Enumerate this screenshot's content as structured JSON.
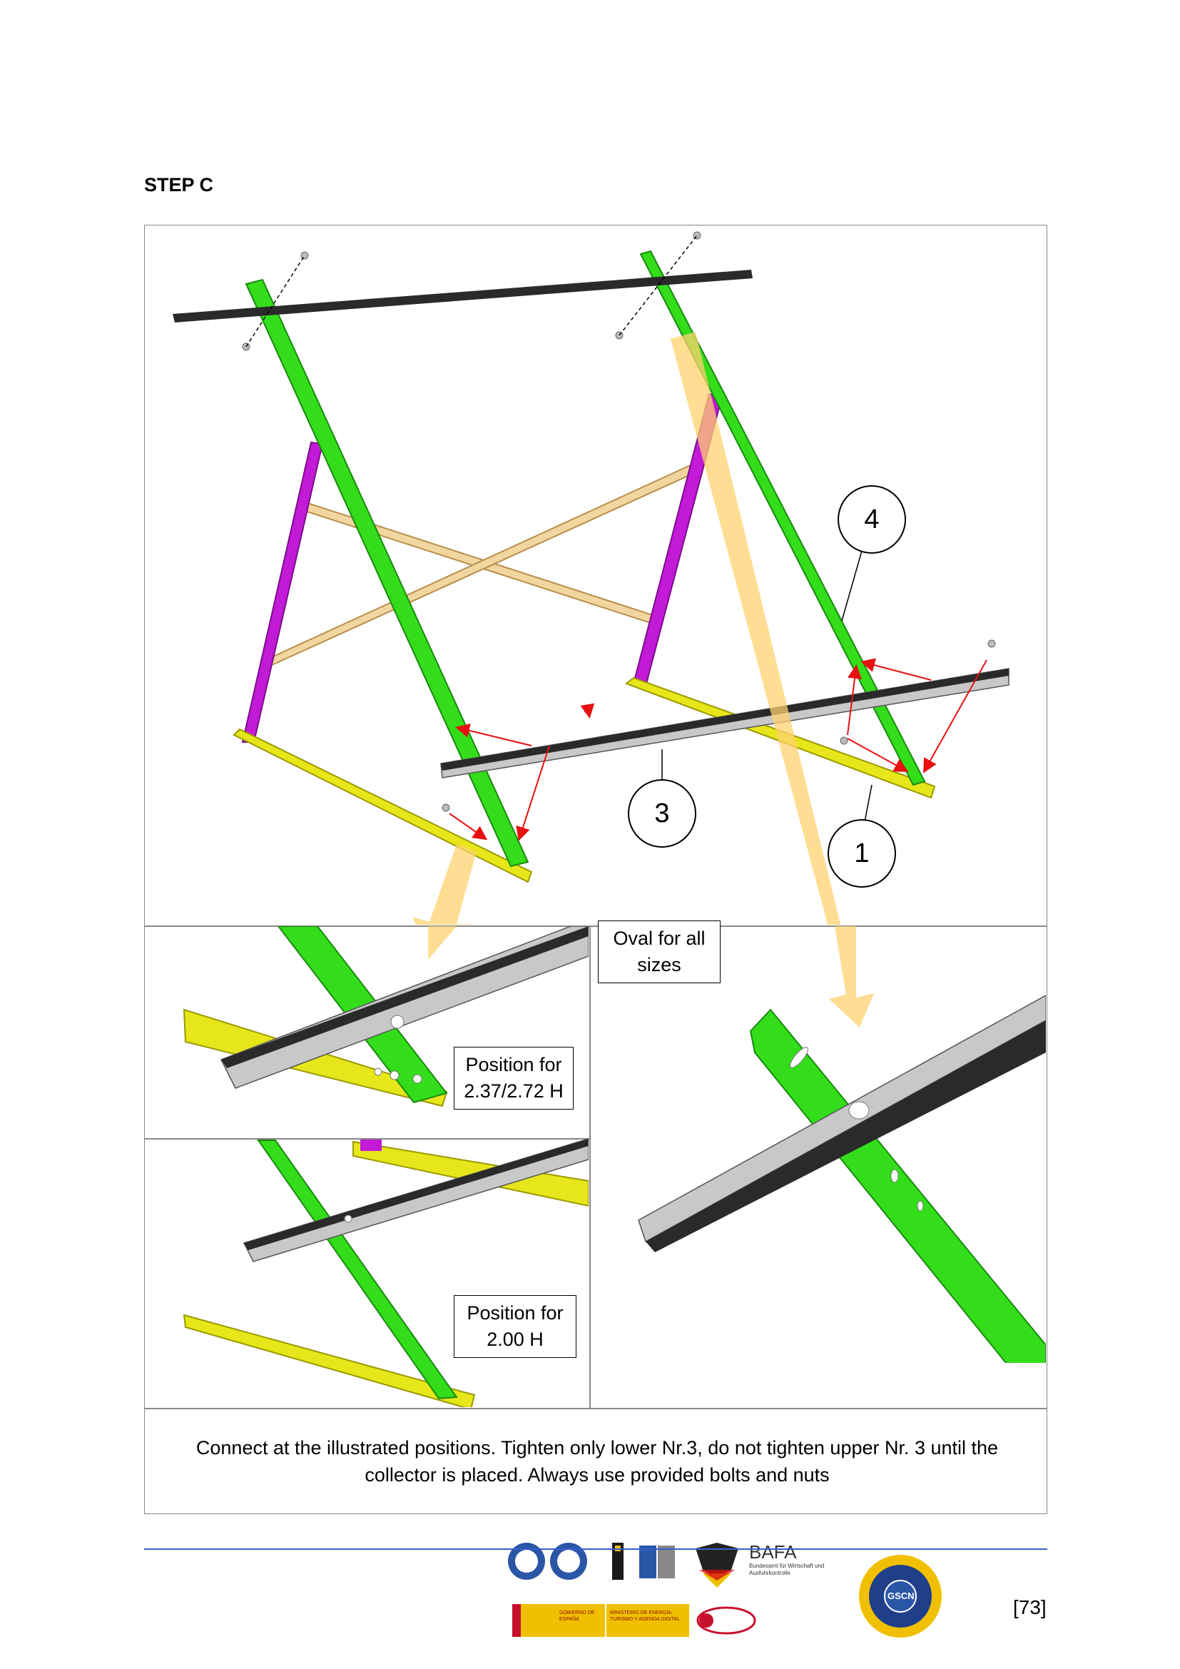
{
  "page": {
    "step_title": "STEP C",
    "page_number": "[73]"
  },
  "callouts": {
    "c1": "1",
    "c3": "3",
    "c4": "4"
  },
  "labels": {
    "oval": "Oval for all sizes",
    "pos_upper": "Position for 2.37/2.72 H",
    "pos_lower": "Position for 2.00 H"
  },
  "caption": "Connect at the illustrated positions. Tighten only lower Nr.3, do not tighten upper Nr. 3 until the collector is placed. Always use provided bolts and nuts",
  "logos": {
    "bafa_title": "BAFA",
    "bafa_sub": "Bundesamt für Wirtschaft und Ausfuhrkontrolle",
    "gobierno": "GOBIERNO DE ESPAÑA",
    "ministerio": "MINISTERIO DE ENERGÍA, TURISMO Y AGENDA DIGITAL",
    "gscn": "GSCN"
  },
  "colors": {
    "green_profile": "#33dd1a",
    "magenta_strut": "#c21ad6",
    "yellow_base": "#e6e61a",
    "grey_rail": "#c8c8c8",
    "dark_rail": "#2a2a2a",
    "arrow_orange": "#ffd26e",
    "pointer_red": "#e81010",
    "footer_blue": "#3a5fcd"
  }
}
